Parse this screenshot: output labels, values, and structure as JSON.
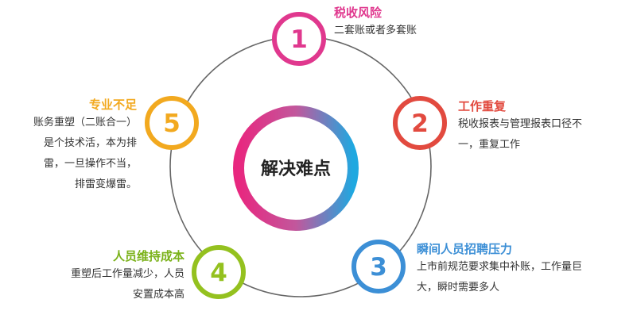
{
  "center": {
    "label": "解决难点"
  },
  "colors": {
    "ring": "#666666",
    "center_start": "#e8277f",
    "center_mid": "#c2579c",
    "center_end": "#1fa8e0",
    "badge_1": "#e0388e",
    "badge_2": "#e24a3f",
    "badge_3": "#3c8fd6",
    "badge_4": "#94c11f",
    "badge_5": "#f2a91f",
    "title_1": "#e0388e",
    "title_2": "#e24a3f",
    "title_3": "#3c8fd6",
    "title_4": "#7bb21a",
    "title_5": "#f2a91f"
  },
  "items": [
    {
      "number": "1",
      "title": "税收风险",
      "description": [
        "二套账或者多套账"
      ]
    },
    {
      "number": "2",
      "title": "工作重复",
      "description": [
        "税收报表与管理报表口径不",
        "一，重复工作"
      ]
    },
    {
      "number": "3",
      "title": "瞬间人员招聘压力",
      "description": [
        "上市前规范要求集中补账，工作量巨",
        "大，瞬时需要多人"
      ]
    },
    {
      "number": "4",
      "title": "人员维持成本",
      "description": [
        "重塑后工作量减少，人员",
        "安置成本高"
      ]
    },
    {
      "number": "5",
      "title": "专业不足",
      "description": [
        "账务重塑（二账合一）",
        "是个技术活，本为排",
        "雷，一旦操作不当，",
        "排雷变爆雷。"
      ]
    }
  ]
}
